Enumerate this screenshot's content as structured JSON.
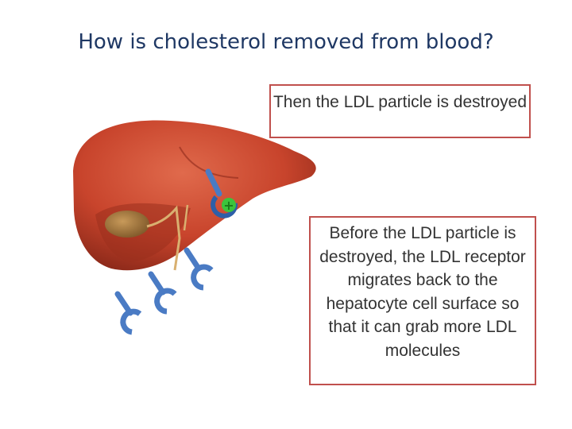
{
  "title": "How is cholesterol removed from blood?",
  "callout_top": "Then the LDL particle is destroyed",
  "callout_bottom": "Before the LDL particle is destroyed, the LDL receptor migrates back to the hepatocyte cell surface so that it can grab more LDL molecules",
  "colors": {
    "title": "#1f3864",
    "box_border": "#c0504d",
    "liver": "#c8442c",
    "receptor": "#4a7bc4",
    "ldl_particle": "#3cc43c"
  }
}
